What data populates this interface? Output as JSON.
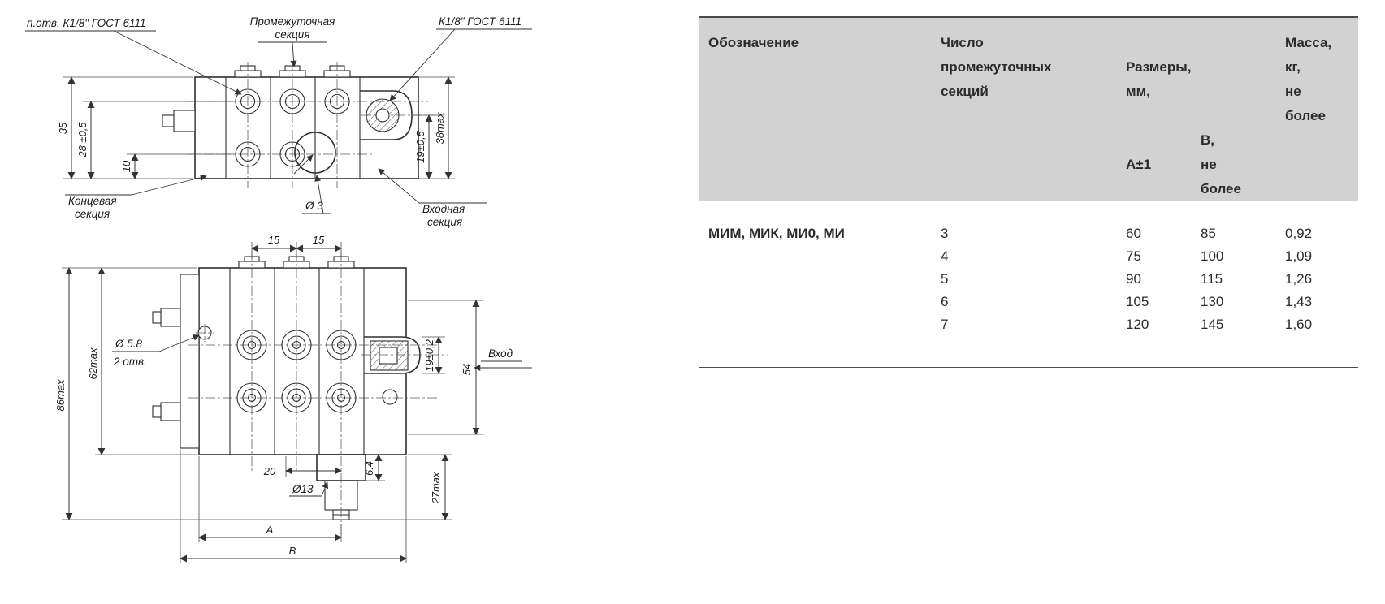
{
  "drawing": {
    "labels": {
      "callout_thread": "п.отв. К1/8\" ГОСТ 6111",
      "callout_mid_1": "Промежуточная",
      "callout_mid_2": "секция",
      "callout_right": "К1/8\" ГОСТ 6111",
      "end_section_1": "Концевая",
      "end_section_2": "секция",
      "dia3": "Ø 3",
      "input_section_1": "Входная",
      "input_section_2": "секция",
      "dim35": "35",
      "dim28": "28 ±0,5",
      "dim10": "10",
      "dim19_05": "19±0,5",
      "dim38": "38max",
      "dim15_1": "15",
      "dim15_2": "15",
      "dia58": "Ø 5.8",
      "holes": "2 отв.",
      "dim62": "62max",
      "dim86": "86max",
      "dim19_02": "19±0,2",
      "dim54": "54",
      "vhod": "Вход",
      "dim20": "20",
      "dia13": "Ø13",
      "dim64": "6.4",
      "dim27": "27max",
      "dimA": "А",
      "dimB": "В"
    }
  },
  "table": {
    "header": {
      "designation": "Обозначение",
      "sections": "Число\nпромежуточных\nсекций",
      "dims": "Размеры,\nмм,",
      "col_a": "А±1",
      "col_b": "В,\nне\nболее",
      "mass": "Масса,\nкг,\nне\nболее"
    },
    "designation_value": "МИМ, МИК, МИ0, МИ",
    "rows": [
      {
        "n": "3",
        "a": "60",
        "b": "85",
        "m": "0,92"
      },
      {
        "n": "4",
        "a": "75",
        "b": "100",
        "m": "1,09"
      },
      {
        "n": "5",
        "a": "90",
        "b": "115",
        "m": "1,26"
      },
      {
        "n": "6",
        "a": "105",
        "b": "130",
        "m": "1,43"
      },
      {
        "n": "7",
        "a": "120",
        "b": "145",
        "m": "1,60"
      }
    ]
  }
}
